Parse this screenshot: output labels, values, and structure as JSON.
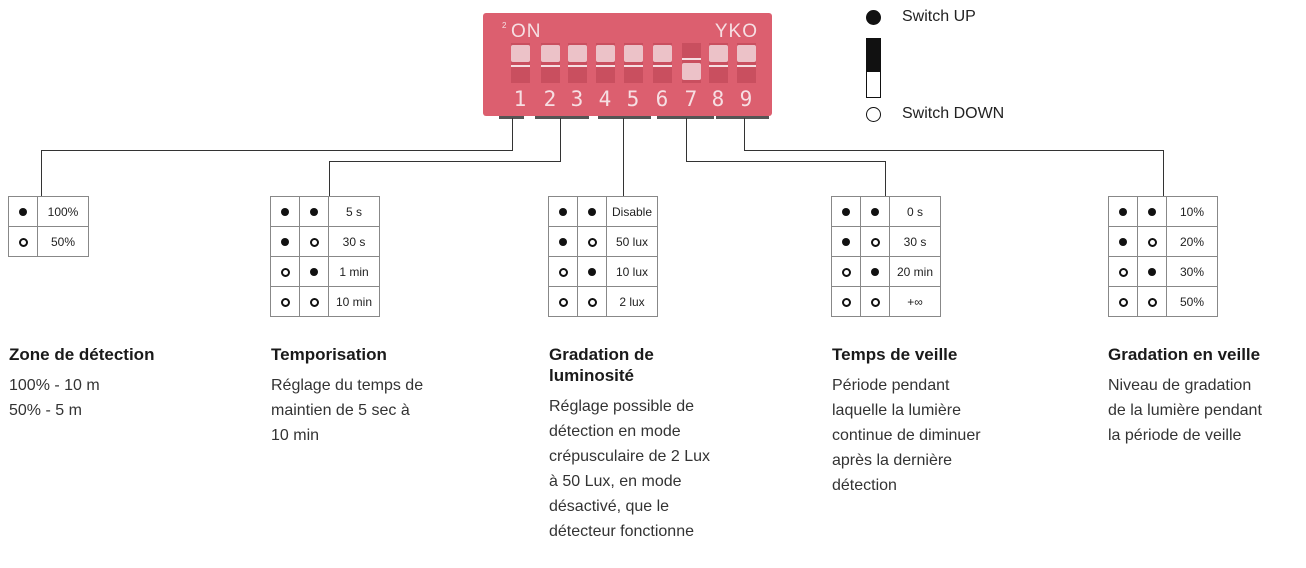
{
  "dip": {
    "on_label": "ON",
    "brand": "YKO",
    "small_mark": "2",
    "numbers": [
      "1",
      "2",
      "3",
      "4",
      "5",
      "6",
      "7",
      "8",
      "9"
    ]
  },
  "legend": {
    "up_label": "Switch UP",
    "down_label": "Switch DOWN"
  },
  "groups": [
    {
      "rows": [
        {
          "s": [
            "up"
          ],
          "value": "100%"
        },
        {
          "s": [
            "down"
          ],
          "value": "50%"
        }
      ],
      "title": "Zone de détection",
      "desc": [
        "100% - 10 m",
        "50% - 5 m"
      ]
    },
    {
      "rows": [
        {
          "s": [
            "up",
            "up"
          ],
          "value": "5 s"
        },
        {
          "s": [
            "up",
            "down"
          ],
          "value": "30 s"
        },
        {
          "s": [
            "down",
            "up"
          ],
          "value": "1 min"
        },
        {
          "s": [
            "down",
            "down"
          ],
          "value": "10 min"
        }
      ],
      "title": "Temporisation",
      "desc": [
        "Réglage du temps de",
        "maintien de 5 sec à",
        "10 min"
      ]
    },
    {
      "rows": [
        {
          "s": [
            "up",
            "up"
          ],
          "value": "Disable"
        },
        {
          "s": [
            "up",
            "down"
          ],
          "value": "50 lux"
        },
        {
          "s": [
            "down",
            "up"
          ],
          "value": "10 lux"
        },
        {
          "s": [
            "down",
            "down"
          ],
          "value": "2 lux"
        }
      ],
      "title_lines": [
        "Gradation de",
        "luminosité"
      ],
      "desc": [
        "Réglage possible de",
        "détection en mode",
        "crépusculaire de 2 Lux",
        "à 50 Lux, en mode",
        "désactivé, que le",
        "détecteur fonctionne"
      ]
    },
    {
      "rows": [
        {
          "s": [
            "up",
            "up"
          ],
          "value": "0 s"
        },
        {
          "s": [
            "up",
            "down"
          ],
          "value": "30 s"
        },
        {
          "s": [
            "down",
            "up"
          ],
          "value": "20 min"
        },
        {
          "s": [
            "down",
            "down"
          ],
          "value": "+∞"
        }
      ],
      "title": "Temps de veille",
      "desc": [
        "Période pendant",
        "laquelle la lumière",
        "continue de diminuer",
        "après la dernière",
        "détection"
      ]
    },
    {
      "rows": [
        {
          "s": [
            "up",
            "up"
          ],
          "value": "10%"
        },
        {
          "s": [
            "up",
            "down"
          ],
          "value": "20%"
        },
        {
          "s": [
            "down",
            "up"
          ],
          "value": "30%"
        },
        {
          "s": [
            "down",
            "down"
          ],
          "value": "50%"
        }
      ],
      "title": "Gradation en veille",
      "desc": [
        "Niveau de gradation",
        "de la lumière pendant",
        "la période de veille"
      ]
    }
  ]
}
